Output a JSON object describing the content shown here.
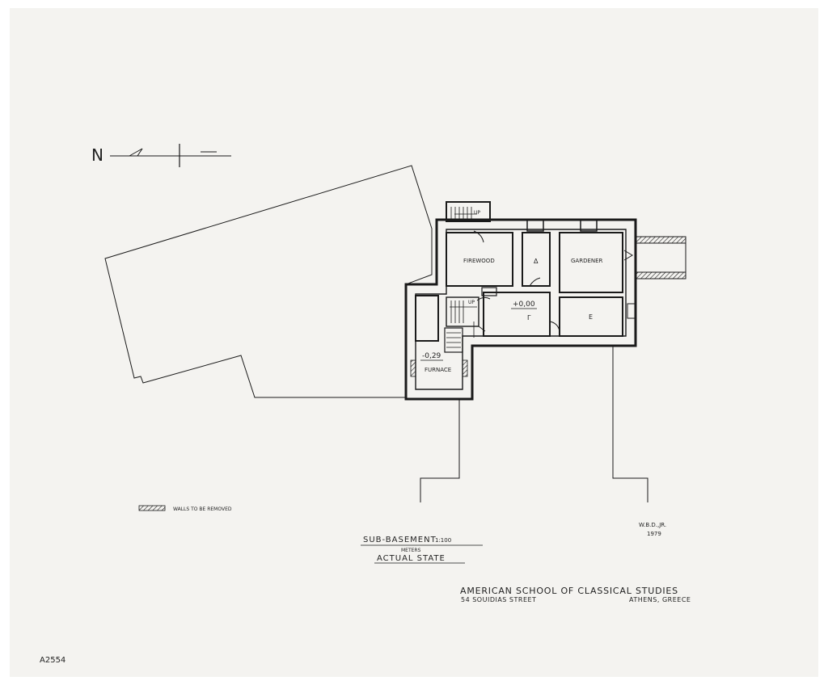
{
  "rooms": {
    "firewood": "FIREWOOD",
    "delta": "Δ",
    "gardener": "GARDENER",
    "gamma": "Γ",
    "e": "E",
    "furnace": "FURNACE"
  },
  "stairs": {
    "up_top": "UP",
    "up_mid": "UP"
  },
  "levels": {
    "plus": "+0,00",
    "minus": "-0,29"
  },
  "legend": {
    "label": "WALLS TO BE REMOVED"
  },
  "title": {
    "line1": "SUB-BASEMENT",
    "scale": "1:100",
    "units": "METERS",
    "line2": "ACTUAL STATE"
  },
  "credit": {
    "initials": "W.B.D.,JR.",
    "year": "1979"
  },
  "institution": {
    "name": "AMERICAN SCHOOL OF CLASSICAL STUDIES",
    "address": "54 SOUIDIAS STREET",
    "city": "ATHENS, GREECE"
  },
  "catalog": "A2554",
  "north_label": "N"
}
